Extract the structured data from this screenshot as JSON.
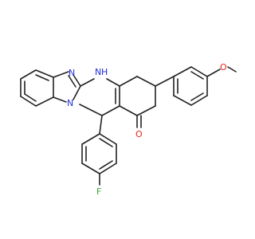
{
  "molecule": {
    "atoms": [
      {
        "id": "N5",
        "text": "N",
        "color": "#1f2fd6"
      },
      {
        "id": "N5H",
        "text": "H",
        "color": "#1f2fd6"
      },
      {
        "id": "N6",
        "text": "N",
        "color": "#1f2fd6"
      },
      {
        "id": "N11",
        "text": "N",
        "color": "#1f2fd6"
      },
      {
        "id": "O_ket",
        "text": "O",
        "color": "#e8231a"
      },
      {
        "id": "O_eth",
        "text": "O",
        "color": "#e8231a"
      },
      {
        "id": "F",
        "text": "F",
        "color": "#3aa53a"
      }
    ]
  }
}
